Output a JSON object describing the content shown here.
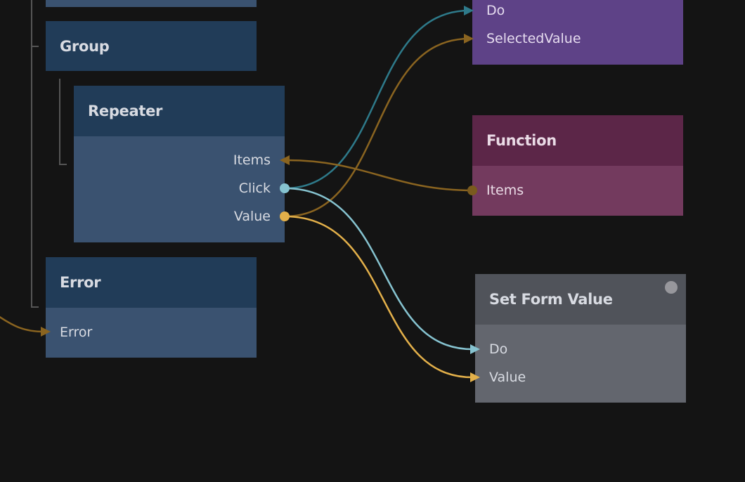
{
  "colors": {
    "canvas": "#141414",
    "visual_header": "#213c58",
    "visual_body": "#3a5270",
    "event_node": "#5e4287",
    "function_header": "#5c2648",
    "function_body": "#733a5e",
    "action_header": "#50535a",
    "action_body": "#63666e",
    "wire_signal_dark": "#2e7a8a",
    "wire_signal_light": "#86c3d0",
    "wire_data_dark": "#8a6420",
    "wire_data_light": "#e3b04a"
  },
  "nodes": {
    "group": {
      "title": "Group"
    },
    "repeater": {
      "title": "Repeater",
      "ports": [
        "Items",
        "Click",
        "Value"
      ]
    },
    "error": {
      "title": "Error",
      "ports": [
        "Error"
      ]
    },
    "top_right": {
      "ports": [
        "Do",
        "SelectedValue"
      ]
    },
    "function": {
      "title": "Function",
      "ports": [
        "Items"
      ]
    },
    "set_form_value": {
      "title": "Set Form Value",
      "ports": [
        "Do",
        "Value"
      ],
      "status_icon": "status-dot-icon"
    }
  },
  "connections": [
    {
      "from": "Repeater.Click",
      "to": "TopRight.Do"
    },
    {
      "from": "Repeater.Value",
      "to": "TopRight.SelectedValue"
    },
    {
      "from": "Function.Items",
      "to": "Repeater.Items"
    },
    {
      "from": "Repeater.Click",
      "to": "Set Form Value.Do"
    },
    {
      "from": "Repeater.Value",
      "to": "Set Form Value.Value"
    },
    {
      "from": "offscreen",
      "to": "Error.Error"
    }
  ]
}
